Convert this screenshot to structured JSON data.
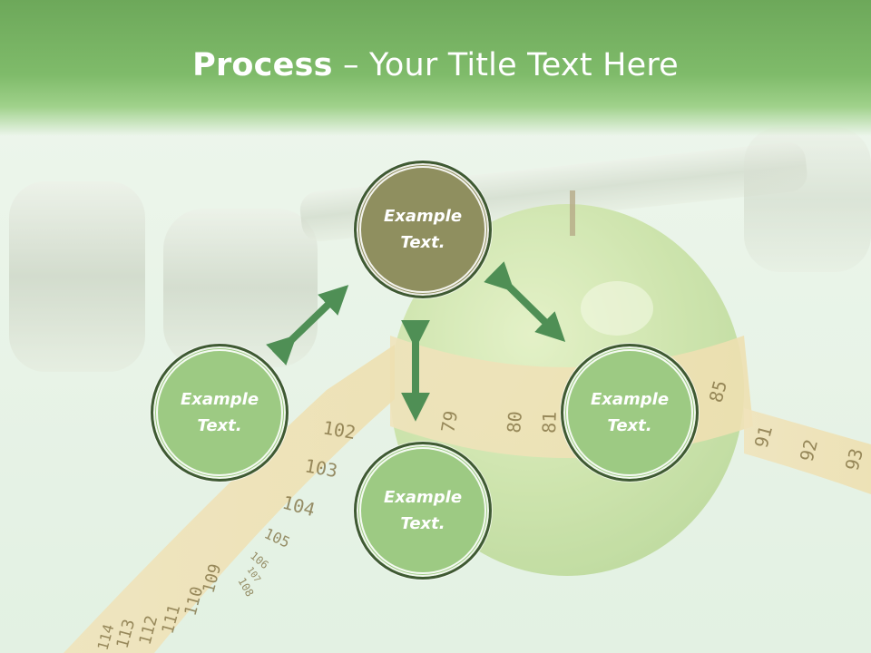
{
  "title": {
    "bold": "Process",
    "rest": " – Your Title Text Here"
  },
  "nodes": {
    "top": "Example Text.",
    "left": "Example Text.",
    "right": "Example Text.",
    "bottom": "Example Text."
  },
  "tape_numbers": [
    "102",
    "103",
    "104",
    "105",
    "106",
    "107",
    "108",
    "109",
    "110",
    "111",
    "112",
    "113",
    "114",
    "79",
    "80",
    "81",
    "85",
    "91",
    "92",
    "93"
  ],
  "colors": {
    "title_band": "#6da85a",
    "node_dark": "#8f8f5f",
    "node_light": "#9dca83",
    "node_border": "#3f5a33",
    "arrow": "#4f8f55",
    "title_text": "#ffffff"
  },
  "icons": {
    "arrows": "double-headed-arrow"
  }
}
